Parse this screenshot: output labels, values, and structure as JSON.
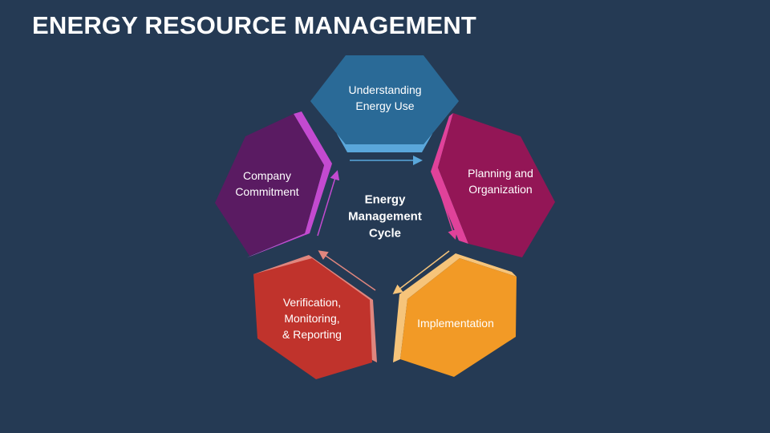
{
  "title": "ENERGY RESOURCE MANAGEMENT",
  "center": "Energy\nManagement\nCycle",
  "stages": [
    {
      "label": "Understanding\nEnergy Use",
      "color": "#2a6a97",
      "light": "#5aa7db"
    },
    {
      "label": "Planning and\nOrganization",
      "color": "#931656",
      "light": "#e0429a"
    },
    {
      "label": "Implementation",
      "color": "#f29a26",
      "light": "#f6c47a"
    },
    {
      "label": "Verification,\nMonitoring,\n& Reporting",
      "color": "#c0332c",
      "light": "#e0867e"
    },
    {
      "label": "Company\nCommitment",
      "color": "#5a1b62",
      "light": "#c34ad0"
    }
  ]
}
